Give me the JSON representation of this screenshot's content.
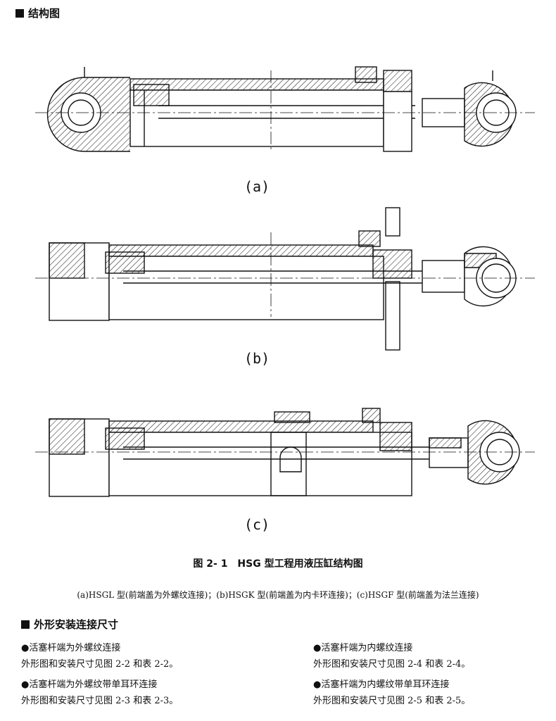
{
  "section1": {
    "title": "结构图"
  },
  "panels": [
    "(a)",
    "(b)",
    "(c)"
  ],
  "figure": {
    "caption": "图 2- 1　HSG 型工程用液压缸结构图",
    "subcaption": "(a)HSGL 型(前端盖为外螺纹连接)；(b)HSGK 型(前端盖为内卡环连接)；(c)HSGF 型(前端盖为法兰连接)"
  },
  "section2": {
    "title": "外形安装连接尺寸"
  },
  "items": [
    {
      "heading": "●活塞杆端为外螺纹连接",
      "text": "外形图和安装尺寸见图 2-2 和表 2-2。"
    },
    {
      "heading": "●活塞杆端为外螺纹带单耳环连接",
      "text": "外形图和安装尺寸见图 2-3 和表 2-3。"
    },
    {
      "heading": "●活塞杆端为内螺纹连接",
      "text": "外形图和安装尺寸见图 2-4 和表 2-4。"
    },
    {
      "heading": "●活塞杆端为内螺纹带单耳环连接",
      "text": "外形图和安装尺寸见图 2-5 和表 2-5。"
    }
  ]
}
